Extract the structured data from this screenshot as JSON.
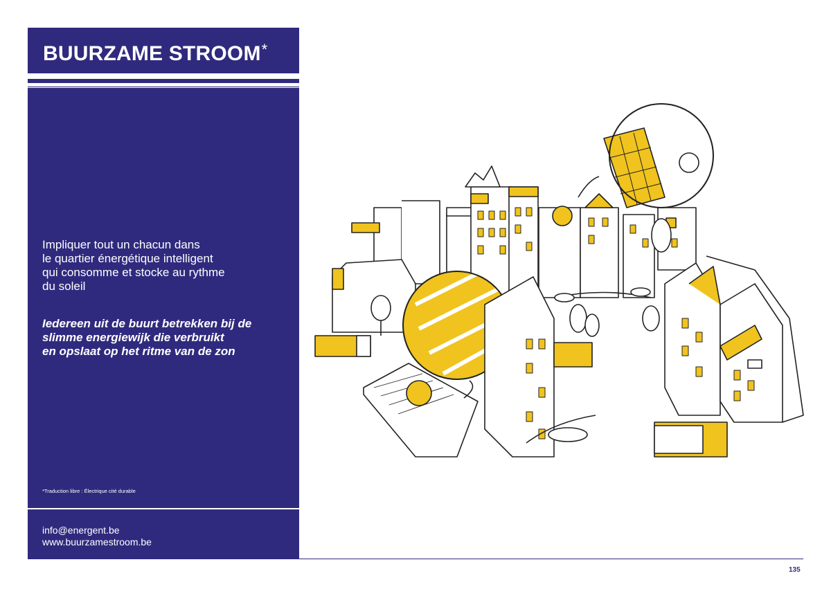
{
  "header": {
    "title": "BUURZAME STROOM",
    "title_mark": "*"
  },
  "intro": {
    "fr_lines": [
      "Impliquer tout un chacun dans",
      "le quartier énergétique intelligent",
      "qui consomme et stocke au rythme",
      "du soleil"
    ],
    "nl_lines": [
      "Iedereen uit de buurt betrekken bij de",
      "slimme energiewijk die verbruikt",
      "en opslaat op het ritme van de zon"
    ]
  },
  "footnote": "*Traduction libre : Électrique cité durable",
  "contact": {
    "email": "info@energent.be",
    "website": "www.buurzamestroom.be"
  },
  "page_number": "135",
  "colors": {
    "panel": "#302a7e",
    "accent": "#f0c31e",
    "ink": "#222222"
  }
}
